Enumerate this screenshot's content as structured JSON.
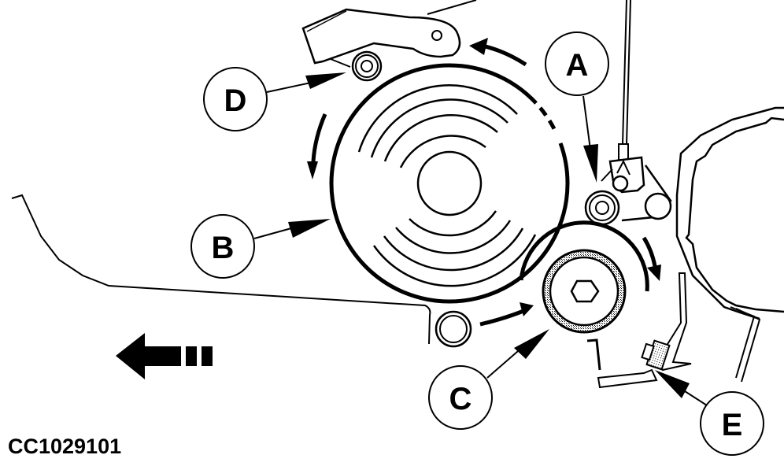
{
  "figure": {
    "id_label": "CC1029101",
    "description": "Rotating drum assembly with rollers, belt guide, scraper and direction-of-travel arrow"
  },
  "callouts": [
    {
      "key": "A",
      "label": "A",
      "target": "idler-roller-upper-right"
    },
    {
      "key": "B",
      "label": "B",
      "target": "large-drum-edge"
    },
    {
      "key": "C",
      "label": "C",
      "target": "lower-drive-roller"
    },
    {
      "key": "D",
      "label": "D",
      "target": "upper-idler-roller"
    },
    {
      "key": "E",
      "label": "E",
      "target": "scraper-pad"
    }
  ],
  "indicators": {
    "travel_direction": "left",
    "rotation_arrows": 4
  },
  "colors": {
    "ink": "#000000",
    "paper": "#ffffff",
    "hatch": "#9a9a9a"
  }
}
